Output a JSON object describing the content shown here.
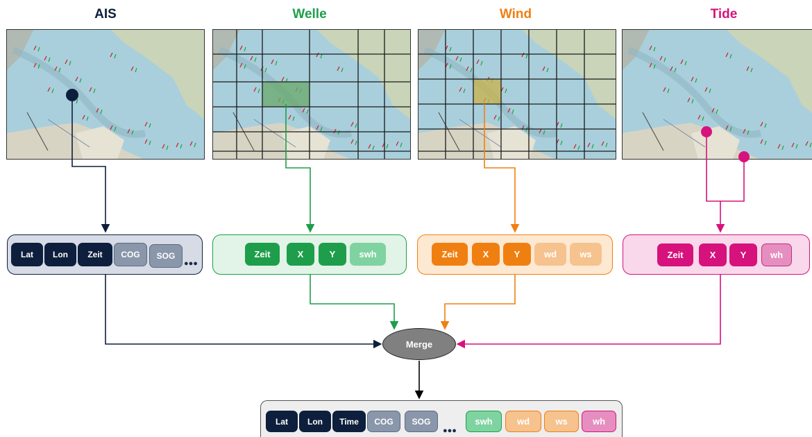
{
  "colors": {
    "ais": "#0d1f3c",
    "ais_light": "#8a97ab",
    "welle": "#1e9e4a",
    "welle_light": "#7fd3a0",
    "wind": "#f07f12",
    "wind_light": "#f6c28e",
    "tide": "#d6127c",
    "tide_light": "#e68ec0",
    "merge": "#808080"
  },
  "sources": {
    "ais": {
      "title": "AIS",
      "fields": [
        "Lat",
        "Lon",
        "Zeit",
        "COG",
        "SOG"
      ],
      "more": "●●●"
    },
    "welle": {
      "title": "Welle",
      "fields": [
        "Zeit",
        "X",
        "Y",
        "swh"
      ]
    },
    "wind": {
      "title": "Wind",
      "fields": [
        "Zeit",
        "X",
        "Y",
        "wd",
        "ws"
      ]
    },
    "tide": {
      "title": "Tide",
      "fields": [
        "Zeit",
        "X",
        "Y",
        "wh"
      ]
    }
  },
  "merge": {
    "label": "Merge"
  },
  "result": {
    "fields": [
      "Lat",
      "Lon",
      "Time",
      "COG",
      "SOG",
      "swh",
      "wd",
      "ws",
      "wh"
    ],
    "more": "●●●"
  }
}
